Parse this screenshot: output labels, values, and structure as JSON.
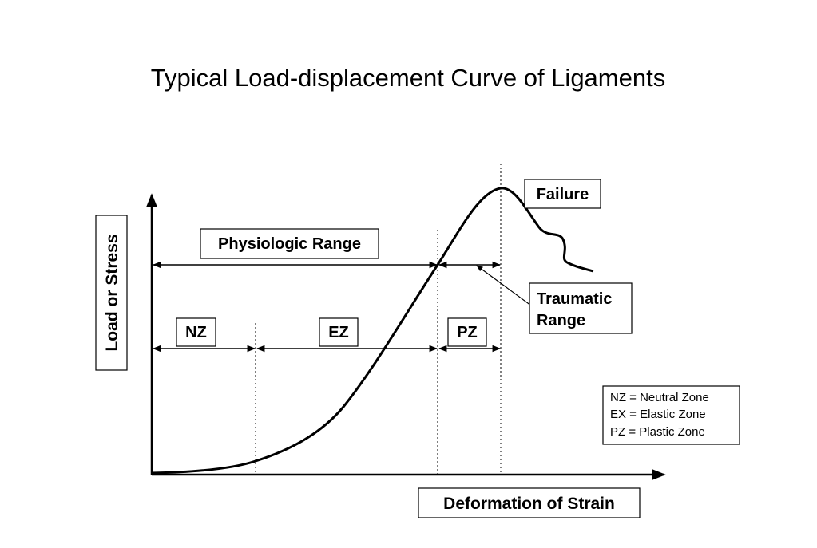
{
  "title": "Typical Load-displacement Curve of Ligaments",
  "axes": {
    "y_label": "Load or Stress",
    "x_label": "Deformation of Strain"
  },
  "labels": {
    "failure": "Failure",
    "physiologic_range": "Physiologic Range",
    "traumatic_range_line1": "Traumatic",
    "traumatic_range_line2": "Range",
    "nz": "NZ",
    "ez": "EZ",
    "pz": "PZ"
  },
  "legend": {
    "items": [
      "NZ = Neutral Zone",
      "EX = Elastic Zone",
      "PZ = Plastic Zone"
    ]
  },
  "colors": {
    "line": "#000000",
    "background": "#ffffff"
  }
}
